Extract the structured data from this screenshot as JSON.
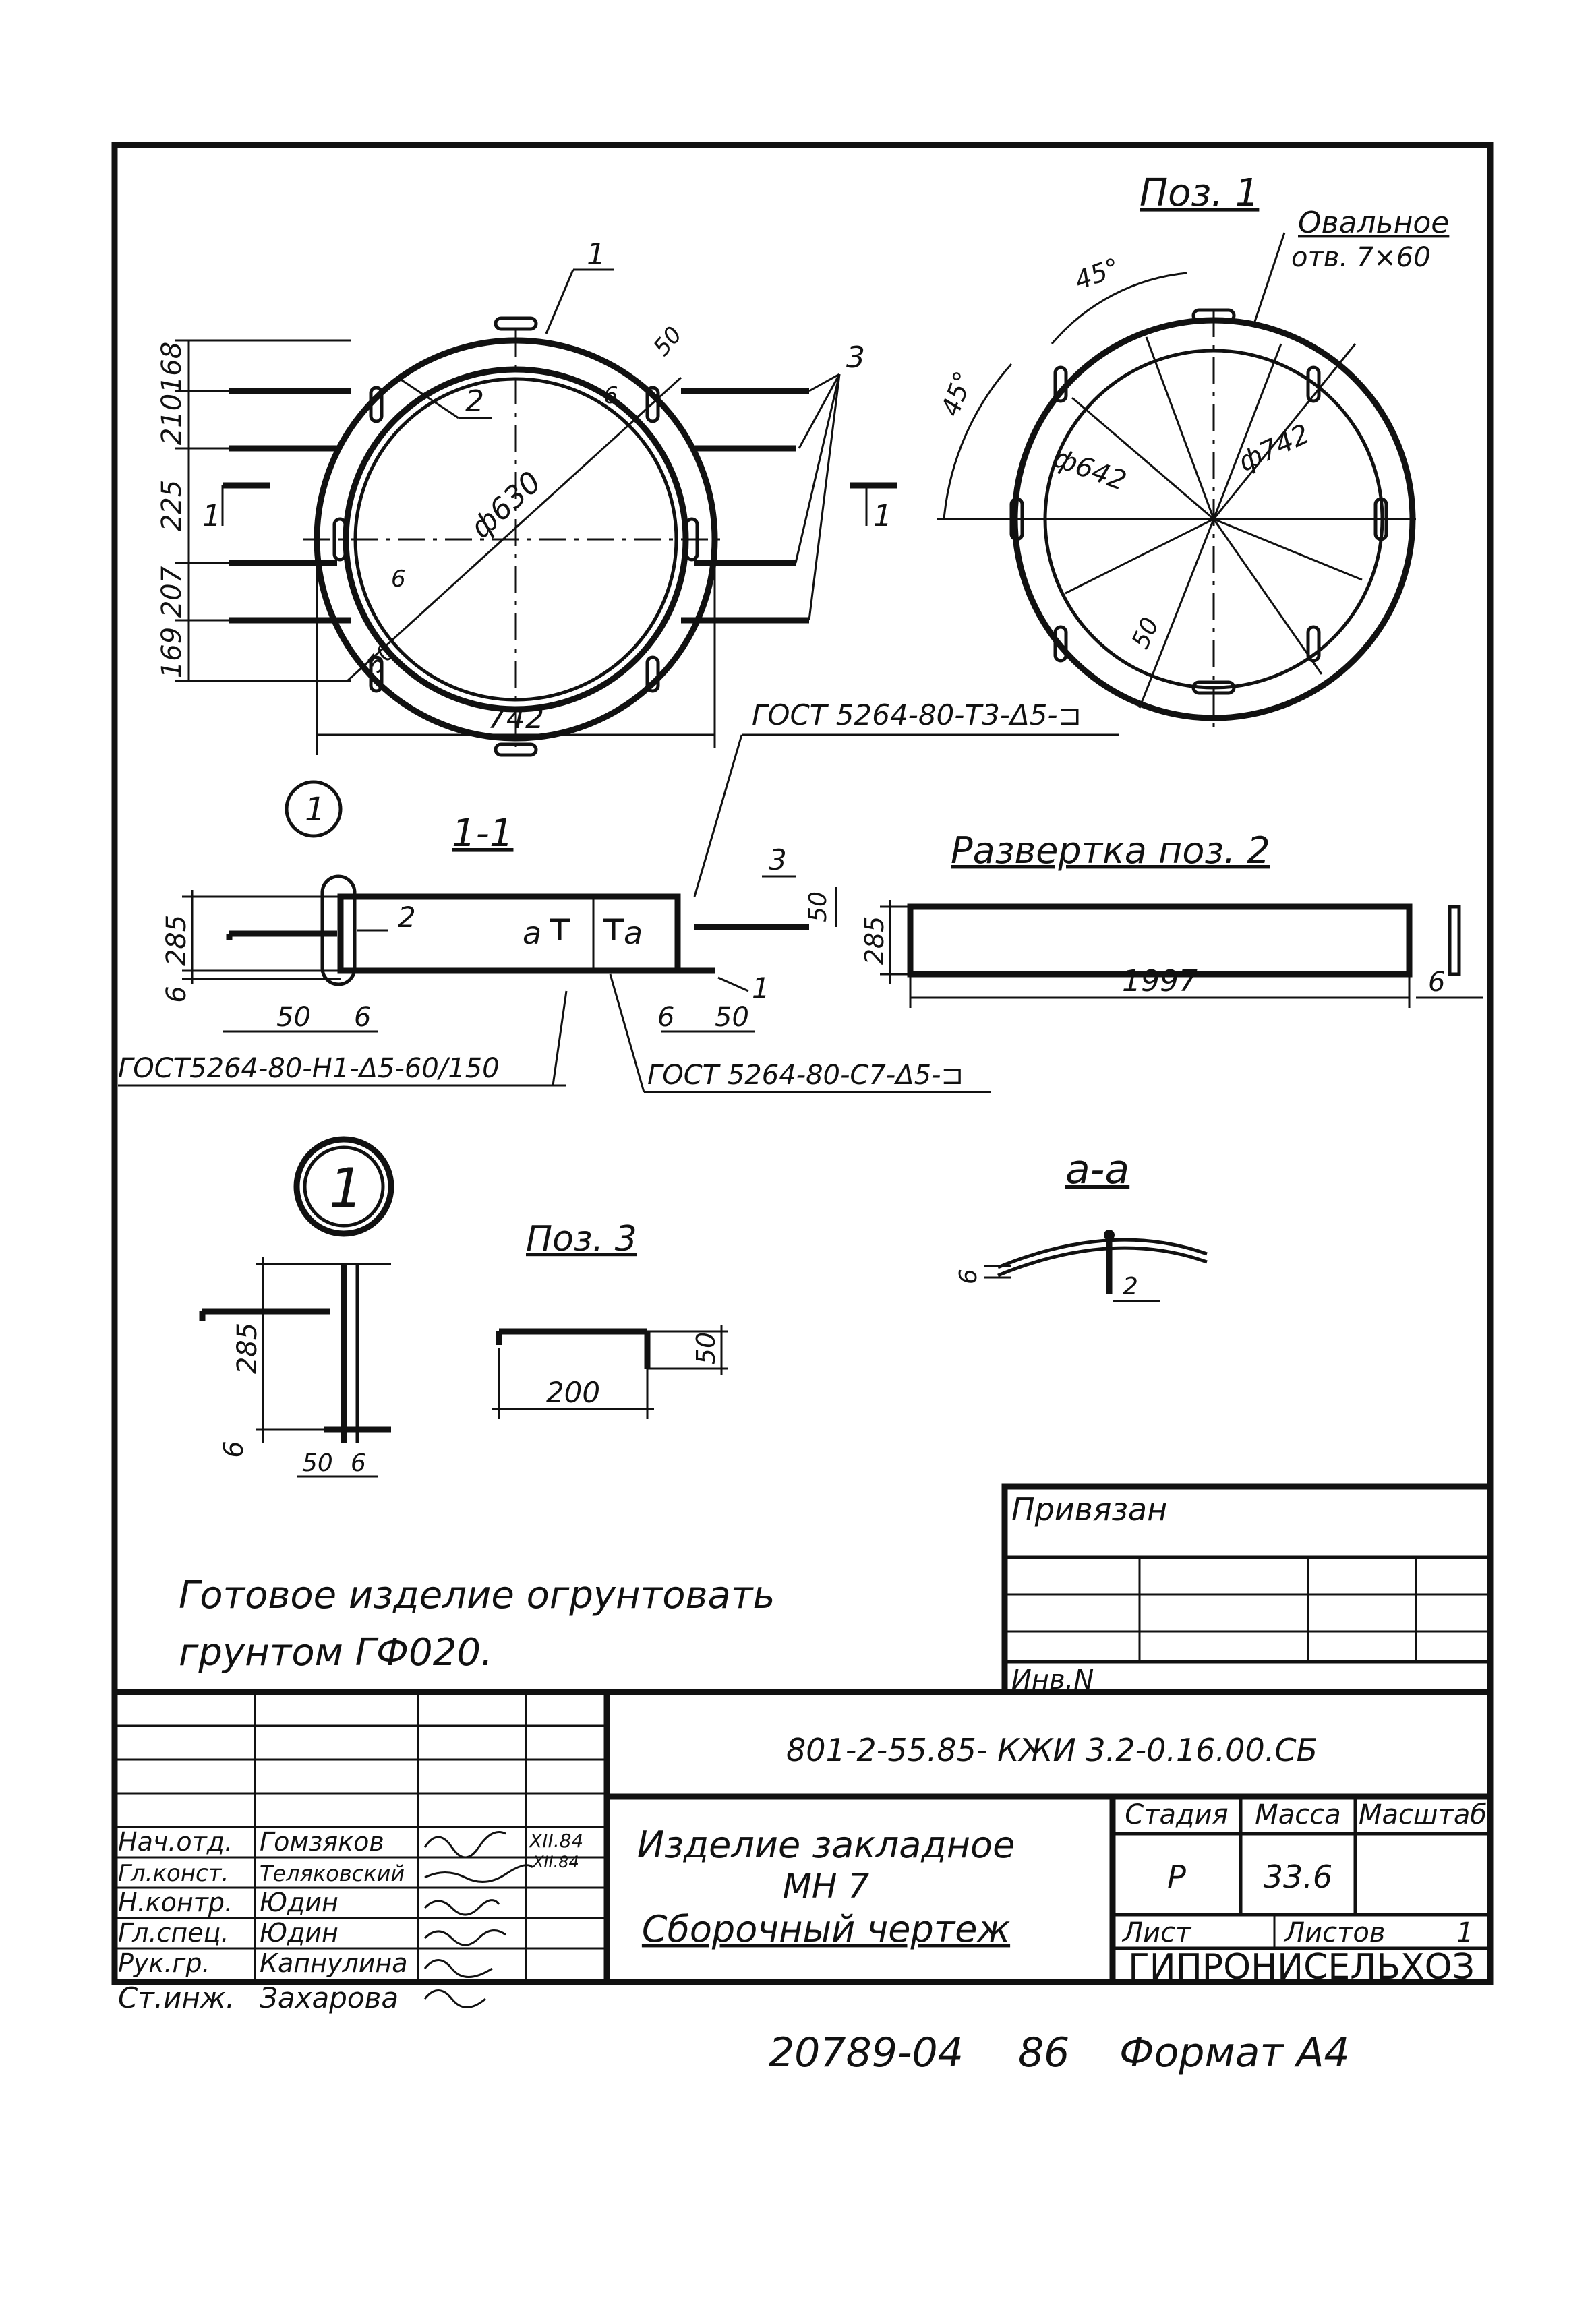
{
  "views": {
    "plan": {
      "dims_left": [
        "168",
        "210",
        "225",
        "207",
        "169"
      ],
      "diameter": "ф630",
      "width": "742",
      "label_1": "1",
      "label_2": "2",
      "label_3": "3",
      "weld_6a": "6",
      "weld_6b": "6",
      "dim_50a": "50",
      "dim_50b": "50",
      "section_left": "1",
      "section_right": "1"
    },
    "poz1": {
      "title": "Поз. 1",
      "note_line1": "Овальное",
      "note_line2": "отв. 7×60",
      "angle_a": "45°",
      "angle_b": "45°",
      "d_inner": "ф642",
      "d_outer": "ф742",
      "dim_50": "50"
    },
    "section11": {
      "title": "1-1",
      "callout": "1",
      "h285": "285",
      "h6": "6",
      "pos2": "2",
      "pos3": "3",
      "pos1": "1",
      "dim50_top": "50",
      "a_left": "a",
      "a_right": "a",
      "b50": "50",
      "b6": "6",
      "c6": "6",
      "c50": "50",
      "gost_top": "ГОСТ 5264-80-Т3-Δ5-⊐",
      "gost_bot_left": "ГОСТ5264-80-Н1-Δ5-60/150",
      "gost_bot_right": "ГОСТ 5264-80-С7-Δ5-⊐"
    },
    "razvertka": {
      "title": "Развертка поз. 2",
      "h285": "285",
      "length": "1997",
      "t6": "6"
    },
    "detail1": {
      "callout": "1",
      "h285": "285",
      "h6": "6",
      "w50": "50",
      "w6": "6"
    },
    "poz3": {
      "title": "Поз. 3",
      "h50": "50",
      "w200": "200"
    },
    "aa": {
      "title": "а-а",
      "t6": "6",
      "t2": "2"
    }
  },
  "note": {
    "line1": "Готовое изделие огрунтовать",
    "line2": "грунтом ГФ020."
  },
  "binding_block": {
    "privyazan": "Привязан",
    "inv": "Инв.N"
  },
  "title_block": {
    "code": "801-2-55.85- КЖИ 3.2-0.16.00.СБ",
    "name_line1": "Изделие закладное",
    "name_line2": "МН 7",
    "name_line3": "Сборочный чертеж",
    "stage_label": "Стадия",
    "mass_label": "Масса",
    "scale_label": "Масштаб",
    "stage": "Р",
    "mass": "33.6",
    "sheet_label": "Лист",
    "sheets_label": "Листов",
    "sheets": "1",
    "org": "ГИПРОНИСЕЛЬХОЗ",
    "date": "XII.84",
    "date2": "XII.84",
    "roles": [
      {
        "role": "Нач.отд.",
        "name": "Гомзяков"
      },
      {
        "role": "Гл.конст.",
        "name": "Теляковский"
      },
      {
        "role": "Н.контр.",
        "name": "Юдин"
      },
      {
        "role": "Гл.спец.",
        "name": "Юдин"
      },
      {
        "role": "Рук.гр.",
        "name": "Капнулина"
      },
      {
        "role": "Ст.инж.",
        "name": "Захарова"
      }
    ]
  },
  "footer": {
    "number": "20789-04",
    "sheet": "86",
    "format": "Формат А4"
  }
}
